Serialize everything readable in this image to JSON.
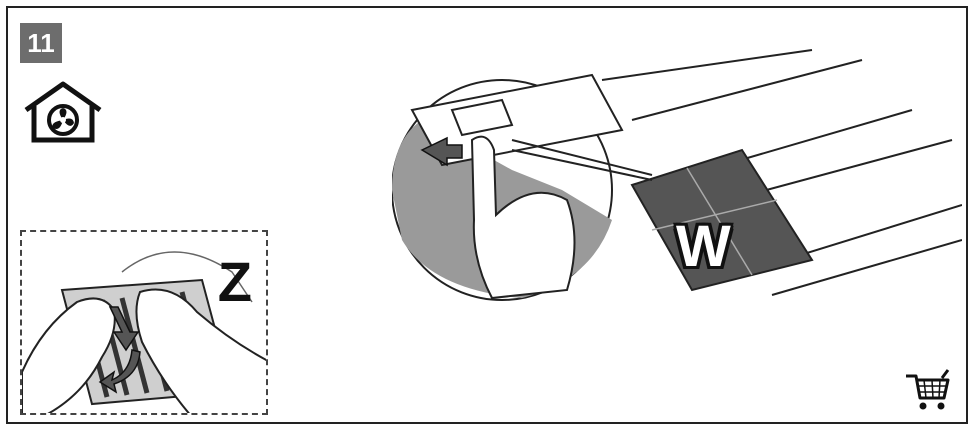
{
  "step": {
    "number": "11"
  },
  "icons": {
    "mode": "recirculation-house-fan-icon",
    "cart": "shopping-cart-icon"
  },
  "inset": {
    "label": "Z"
  },
  "main": {
    "label": "W"
  },
  "colors": {
    "badge": "#6d6d6d",
    "shade": "#9a9a9a",
    "line": "#222222",
    "filter": "#555555"
  }
}
